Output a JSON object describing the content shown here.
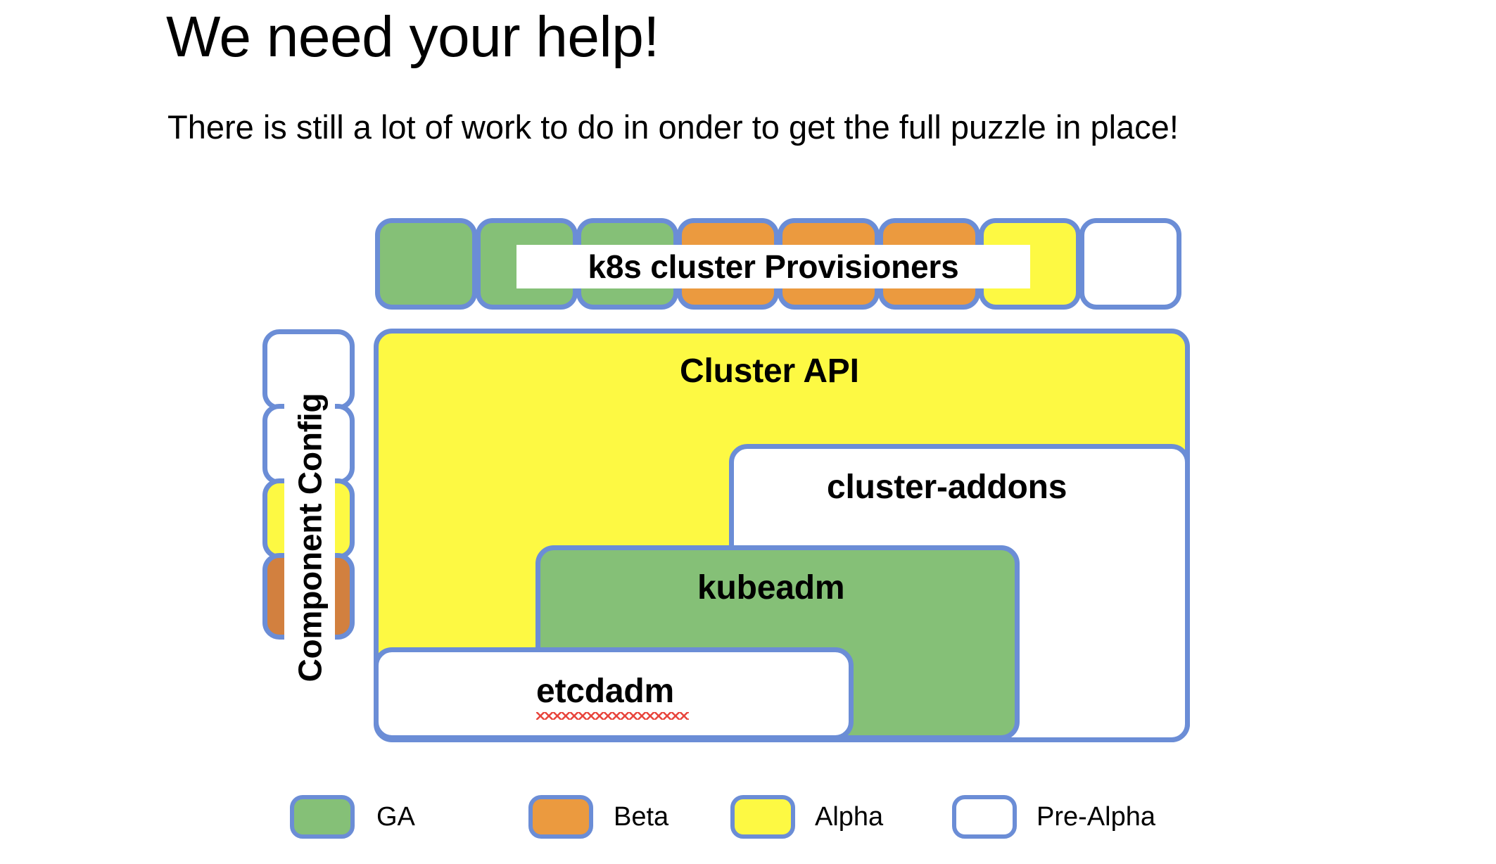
{
  "slide": {
    "title": "We need your help!",
    "subtitle": "There is still a lot of work to do in onder to get the full puzzle in place!"
  },
  "diagram": {
    "provisioners": {
      "label": "k8s cluster Provisioners",
      "boxes": [
        {
          "status": "GA",
          "color": "#85c077"
        },
        {
          "status": "GA",
          "color": "#85c077"
        },
        {
          "status": "GA",
          "color": "#85c077"
        },
        {
          "status": "Beta",
          "color": "#eb9a3f"
        },
        {
          "status": "Beta",
          "color": "#eb9a3f"
        },
        {
          "status": "Beta",
          "color": "#eb9a3f"
        },
        {
          "status": "Alpha",
          "color": "#fdf943"
        },
        {
          "status": "Pre-Alpha",
          "color": "#ffffff"
        }
      ]
    },
    "component_config": {
      "label": "Component Config",
      "boxes": [
        {
          "status": "Pre-Alpha",
          "color": "#ffffff"
        },
        {
          "status": "Pre-Alpha",
          "color": "#ffffff"
        },
        {
          "status": "Alpha",
          "color": "#fdf943"
        },
        {
          "status": "Beta",
          "color": "#d2803f"
        }
      ]
    },
    "stack": [
      {
        "label": "Cluster API",
        "status": "Alpha",
        "color": "#fdf943",
        "misspelled": false
      },
      {
        "label": "cluster-addons",
        "status": "Pre-Alpha",
        "color": "#ffffff",
        "misspelled": false
      },
      {
        "label": "kubeadm",
        "status": "GA",
        "color": "#85c077",
        "misspelled": false
      },
      {
        "label": "etcdadm",
        "status": "Pre-Alpha",
        "color": "#ffffff",
        "misspelled": true
      }
    ]
  },
  "legend": {
    "items": [
      {
        "label": "GA",
        "color": "#85c077"
      },
      {
        "label": "Beta",
        "color": "#eb9a3f"
      },
      {
        "label": "Alpha",
        "color": "#fdf943"
      },
      {
        "label": "Pre-Alpha",
        "color": "#ffffff"
      }
    ]
  },
  "colors": {
    "border": "#6b8dd6",
    "ga": "#85c077",
    "beta": "#eb9a3f",
    "beta_dark": "#d2803f",
    "alpha": "#fdf943",
    "pre_alpha": "#ffffff",
    "spellcheck": "#e8453c"
  }
}
